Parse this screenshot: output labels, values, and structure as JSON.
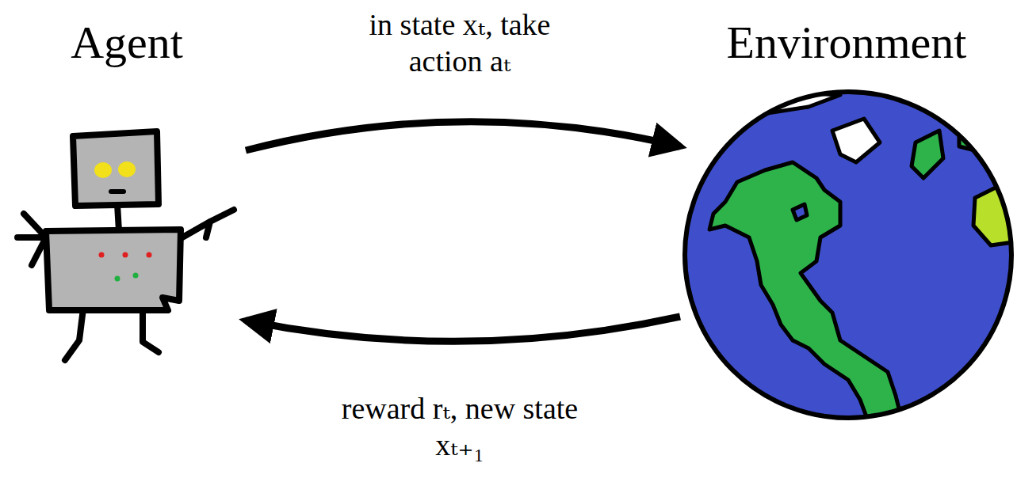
{
  "diagram": {
    "nodes": [
      {
        "text": [
          "Agent"
        ]
      },
      {
        "text": [
          "Environment"
        ]
      }
    ],
    "edges": [
      {
        "from": 0,
        "to": 1,
        "arrow": "to",
        "label": "in state xₜ, take action aₜ"
      },
      {
        "from": 1,
        "to": 0,
        "arrow": "to",
        "label": "reward rₜ, new state xₜ₊₁"
      }
    ]
  }
}
